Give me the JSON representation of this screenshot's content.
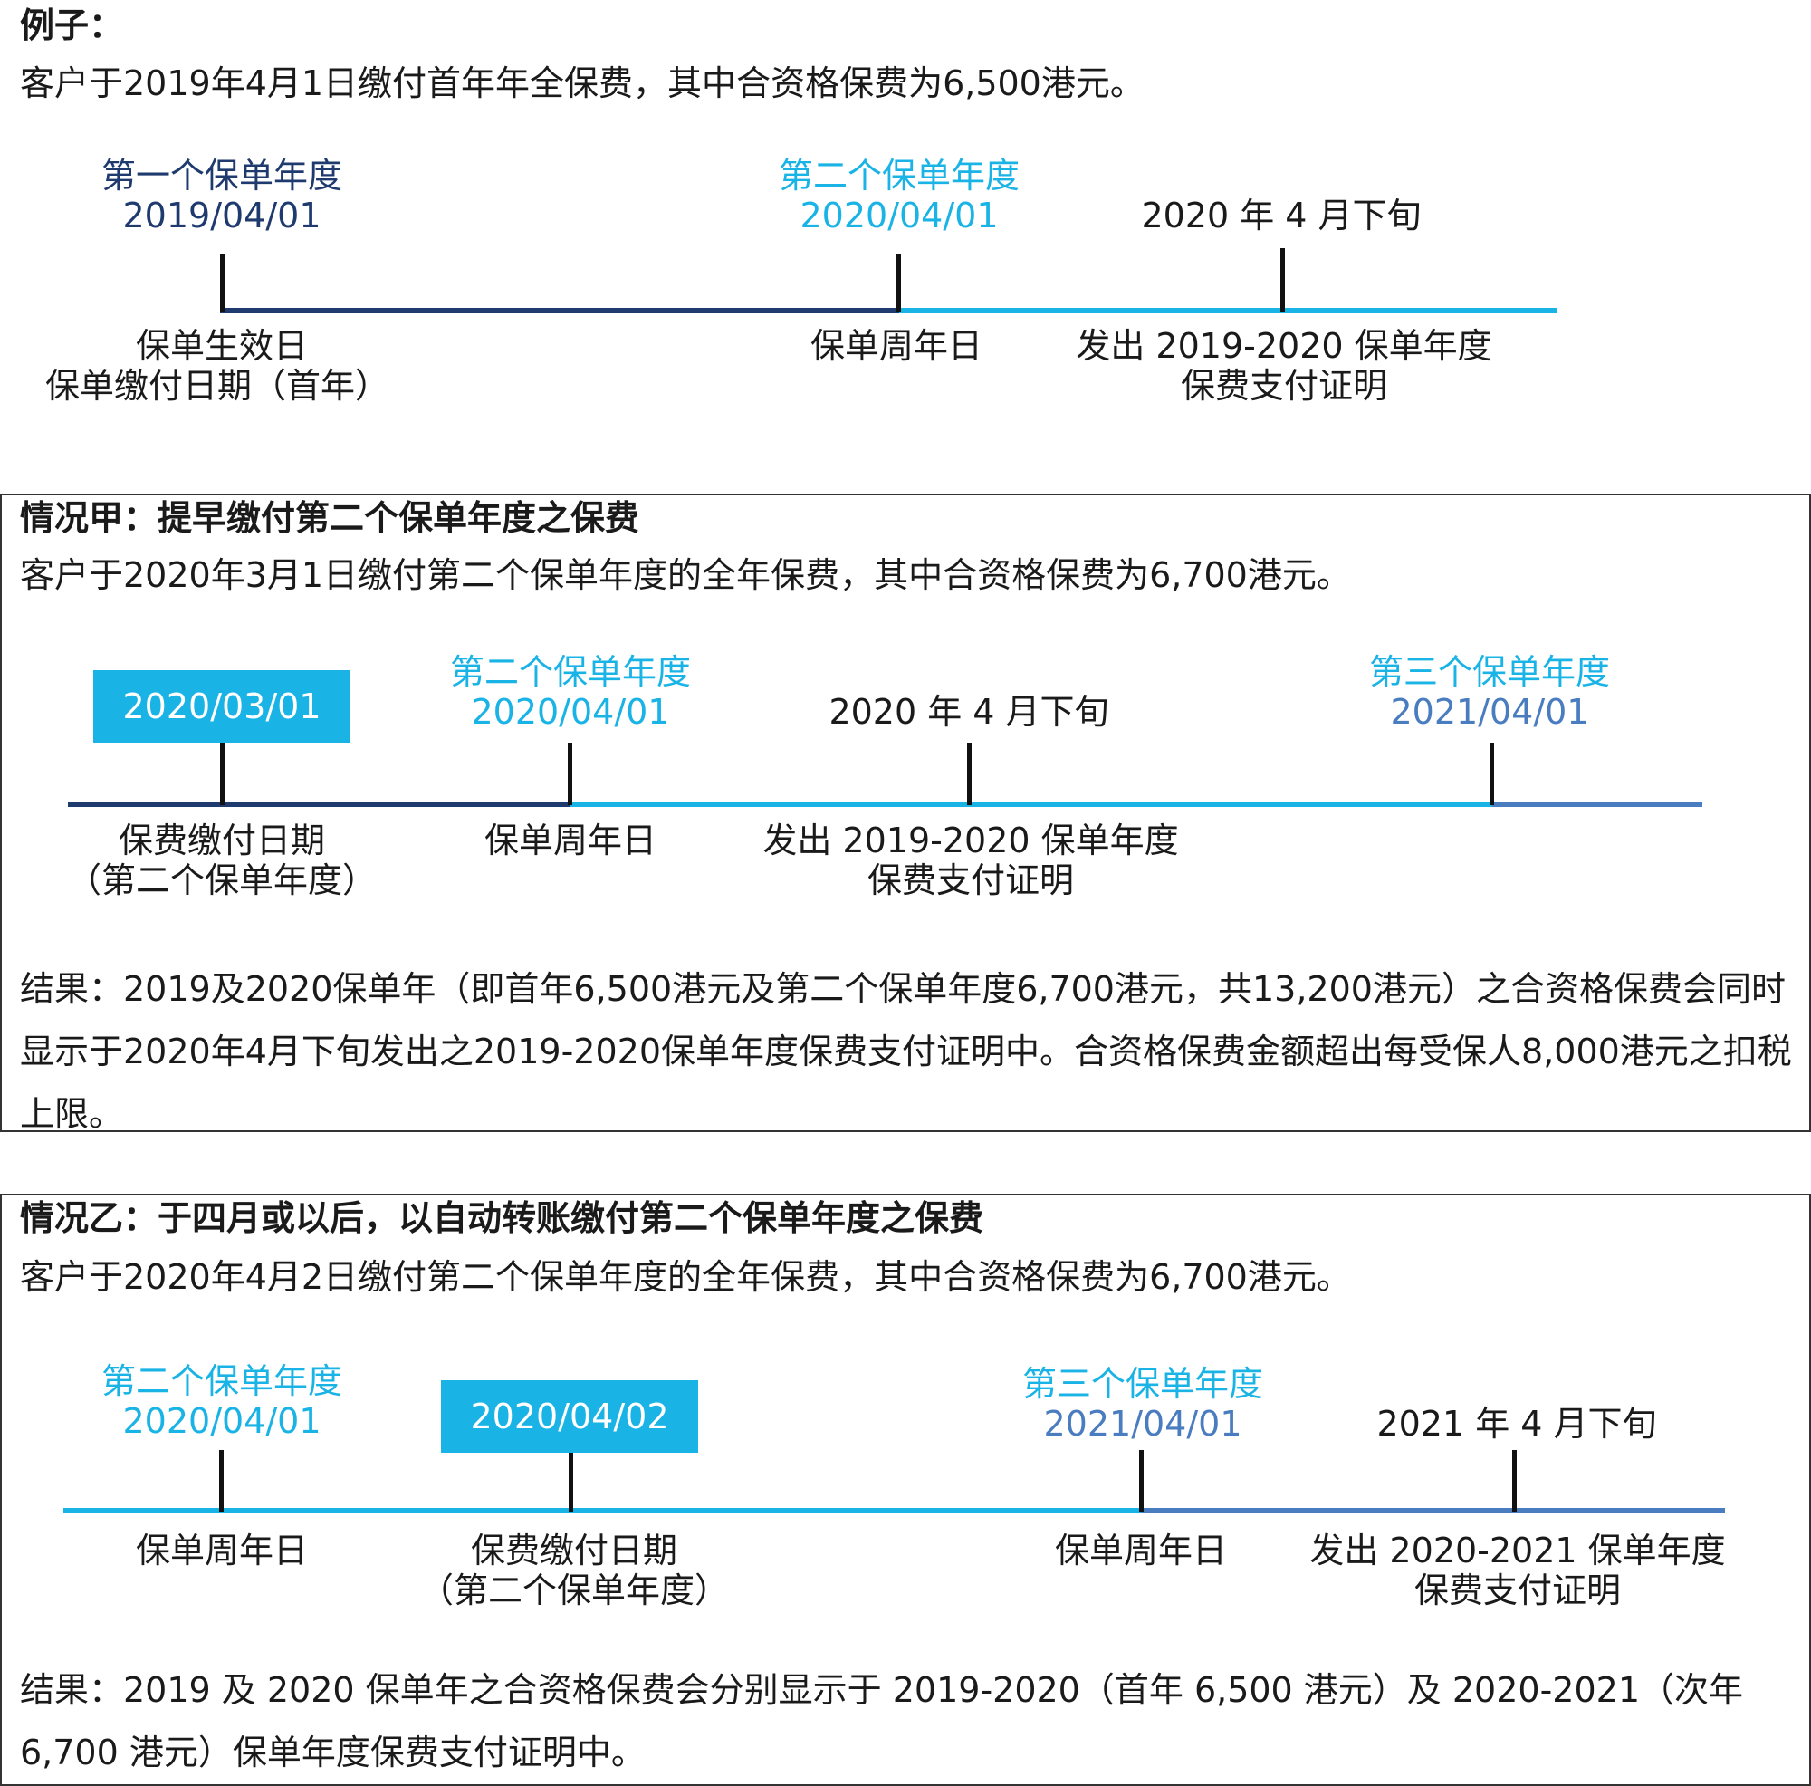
{
  "example": {
    "heading": "例子：",
    "description": "客户于2019年4月1日缴付首年年全保费，其中合资格保费为6,500港元。",
    "label_year1": "第一个保单年度",
    "date_year1": "2019/04/01",
    "label_year2": "第二个保单年度",
    "date_year2": "2020/04/01",
    "late_april": "2020 年 4 月下旬",
    "below_effective_1": "保单生效日",
    "below_effective_2": "保单缴付日期（首年）",
    "below_anniversary": "保单周年日",
    "below_cert_1": "发出 2019-2020 保单年度",
    "below_cert_2": "保费支付证明"
  },
  "case_a": {
    "heading": "情况甲：提早缴付第二个保单年度之保费",
    "description": "客户于2020年3月1日缴付第二个保单年度的全年保费，其中合资格保费为6,700港元。",
    "payment_date": "2020/03/01",
    "label_year2": "第二个保单年度",
    "date_year2": "2020/04/01",
    "late_april": "2020 年 4 月下旬",
    "label_year3": "第三个保单年度",
    "date_year3": "2021/04/01",
    "below_payment_1": "保费缴付日期",
    "below_payment_2": "（第二个保单年度）",
    "below_anniversary": "保单周年日",
    "below_cert_1": "发出 2019-2020 保单年度",
    "below_cert_2": "保费支付证明",
    "result": "结果：2019及2020保单年（即首年6,500港元及第二个保单年度6,700港元，共13,200港元）之合资格保费会同时显示于2020年4月下旬发出之2019-2020保单年度保费支付证明中。合资格保费金额超出每受保人8,000港元之扣税上限。"
  },
  "case_b": {
    "heading": "情况乙：于四月或以后，以自动转账缴付第二个保单年度之保费",
    "description": "客户于2020年4月2日缴付第二个保单年度的全年保费，其中合资格保费为6,700港元。",
    "label_year2": "第二个保单年度",
    "date_year2": "2020/04/01",
    "payment_date": "2020/04/02",
    "label_year3": "第三个保单年度",
    "date_year3": "2021/04/01",
    "late_april": "2021 年 4 月下旬",
    "below_anniversary_1": "保单周年日",
    "below_payment_1": "保费缴付日期",
    "below_payment_2": "（第二个保单年度）",
    "below_anniversary_2": "保单周年日",
    "below_cert_1": "发出 2020-2021 保单年度",
    "below_cert_2": "保费支付证明",
    "result": "结果：2019 及 2020 保单年之合资格保费会分别显示于 2019-2020（首年 6,500 港元）及 2020-2021（次年 6,700 港元）保单年度保费支付证明中。"
  },
  "colors": {
    "navy": "#1f3a6e",
    "cyan": "#1ab3e6",
    "steel": "#4a7cc0"
  }
}
